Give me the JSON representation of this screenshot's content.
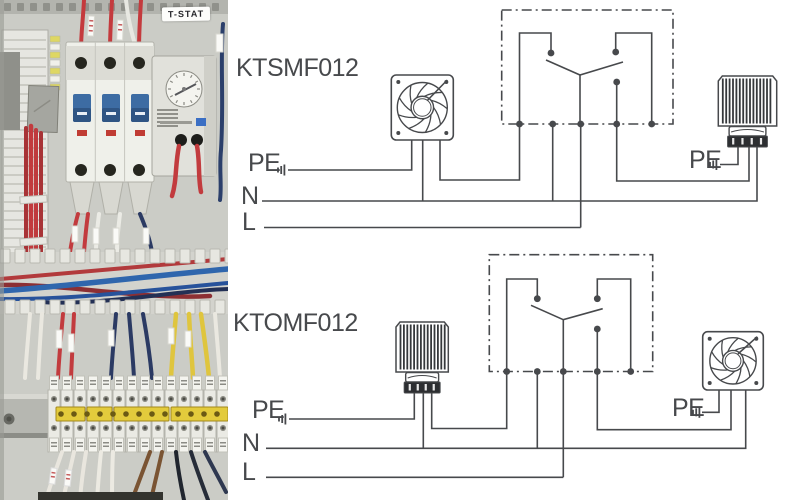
{
  "photo": {
    "tstat_label": "T-STAT",
    "description": "electrical control cabinet with circuit breakers, thermostat, wire duct and DIN-rail terminal blocks"
  },
  "diagram_panel": {
    "background": "#ffffff",
    "line_color": "#47494c",
    "diagrams": [
      {
        "model": "KTSMF012",
        "layout": "fan-left, thermostat changeover switch center, heater right",
        "labels": {
          "pe_left": "PE",
          "pe_right": "PE",
          "neutral": "N",
          "line": "L"
        },
        "components": [
          "axial-fan",
          "thermostat-changeover-switch",
          "resistive-heater"
        ]
      },
      {
        "model": "KTOMF012",
        "layout": "heater-left, thermostat changeover switch center, fan right",
        "labels": {
          "pe_left": "PE",
          "pe_right": "PE",
          "neutral": "N",
          "line": "L"
        },
        "components": [
          "resistive-heater",
          "thermostat-changeover-switch",
          "axial-fan"
        ]
      }
    ]
  }
}
